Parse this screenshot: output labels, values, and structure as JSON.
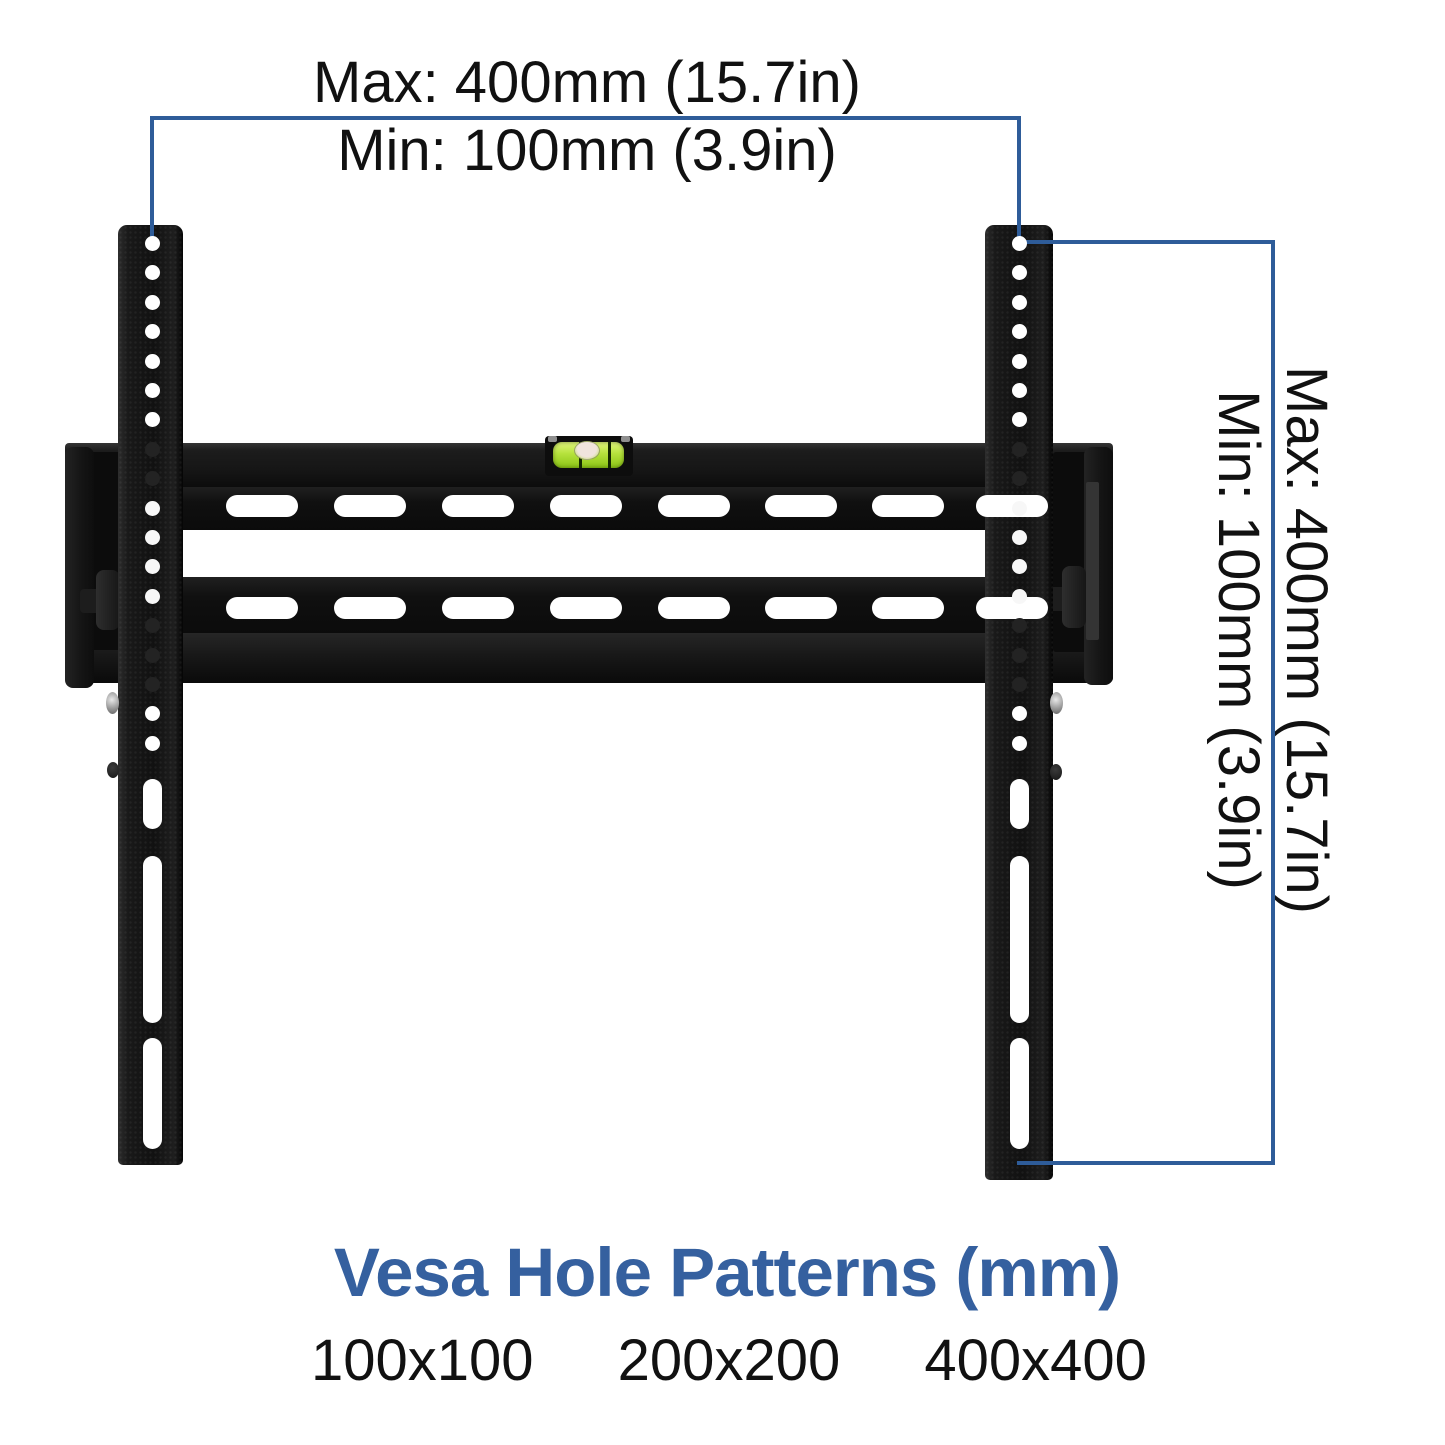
{
  "labels": {
    "top_max": "Max: 400mm (15.7in)",
    "top_min": "Min: 100mm (3.9in)",
    "side_max": "Max: 400mm (15.7in)",
    "side_min": "Min: 100mm (3.9in)"
  },
  "heading": "Vesa Hole Patterns (mm)",
  "vesa_patterns": [
    "100x100",
    "200x200",
    "400x400"
  ],
  "colors": {
    "dimension_blue": "#2e5c99",
    "heading_blue": "#35609f",
    "level_green": "#b5e23c"
  }
}
